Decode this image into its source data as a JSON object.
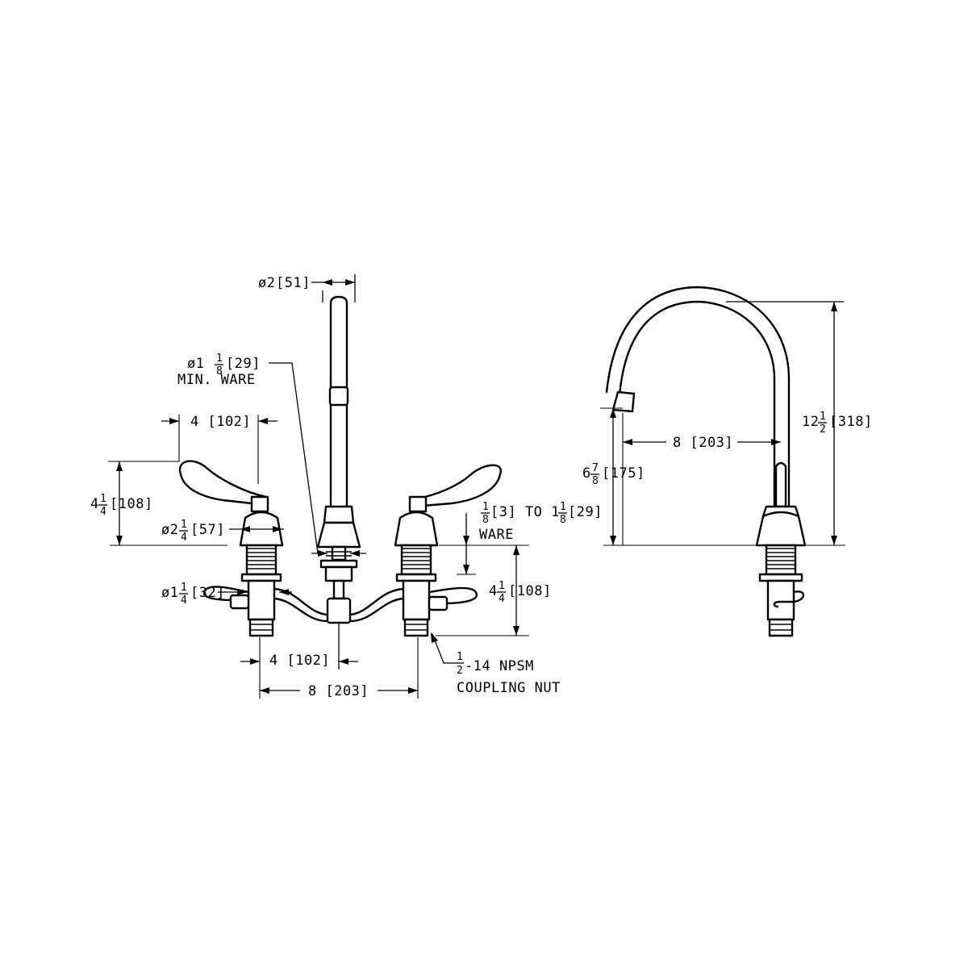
{
  "front_view": {
    "spout_dia": {
      "prefix": "ø2",
      "metric": "[51]"
    },
    "min_ware": {
      "prefix": "ø1",
      "frac_num": "1",
      "frac_den": "8",
      "metric": "[29]",
      "label": "MIN. WARE"
    },
    "handle_spacing": {
      "text": "4 [102]"
    },
    "handle_height": {
      "prefix": "4",
      "frac_num": "1",
      "frac_den": "4",
      "metric": "[108]"
    },
    "escutcheon_dia": {
      "prefix": "ø2",
      "frac_num": "1",
      "frac_den": "4",
      "metric": "[57]"
    },
    "deck_range": {
      "frac1_num": "1",
      "frac1_den": "8",
      "mid": "[3] TO 1",
      "frac2_num": "1",
      "frac2_den": "8",
      "metric": "[29]",
      "label": "WARE"
    },
    "shank_length": {
      "prefix": "4",
      "frac_num": "1",
      "frac_den": "4",
      "metric": "[108]"
    },
    "inlet_dia": {
      "prefix": "ø1",
      "frac_num": "1",
      "frac_den": "4",
      "metric": "[32]"
    },
    "center_to_valve": {
      "text": "4 [102]"
    },
    "overall_centers": {
      "text": "8 [203]"
    },
    "coupling": {
      "frac_num": "1",
      "frac_den": "2",
      "text": "-14 NPSM",
      "label": "COUPLING NUT"
    }
  },
  "side_view": {
    "reach": {
      "text": "8 [203]"
    },
    "spout_outlet_height": {
      "prefix": "6",
      "frac_num": "7",
      "frac_den": "8",
      "metric": "[175]"
    },
    "overall_height": {
      "prefix": "12",
      "frac_num": "1",
      "frac_den": "2",
      "metric": "[318]"
    }
  }
}
